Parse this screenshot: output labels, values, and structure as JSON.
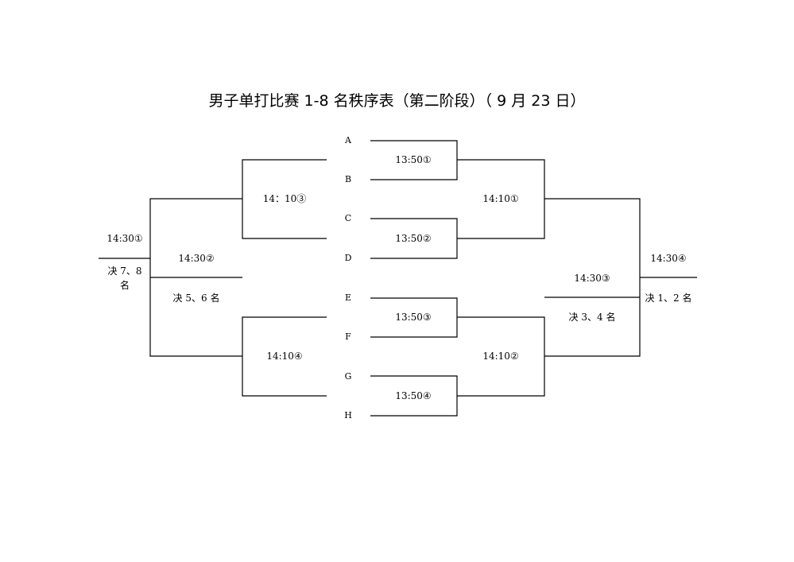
{
  "title": "男子单打比赛 1-8 名秩序表（第二阶段）（  9 月 23 日）",
  "seeds": [
    "A",
    "B",
    "C",
    "D",
    "E",
    "F",
    "G",
    "H"
  ],
  "round1": [
    "13:50①",
    "13:50②",
    "13:50③",
    "13:50④"
  ],
  "semis_main": [
    "14:10①",
    "14:10②"
  ],
  "semis_consolation": [
    "14：10③",
    "14:10④"
  ],
  "finals": {
    "first": {
      "time": "14:30④",
      "label": "决 1、2 名"
    },
    "third": {
      "time": "14:30③",
      "label": "决 3、4 名"
    },
    "fifth": {
      "time": "14:30②",
      "label": "决 5、6 名"
    },
    "seventh": {
      "time": "14:30①",
      "label_line1": "决 7、8",
      "label_line2": "名"
    }
  }
}
